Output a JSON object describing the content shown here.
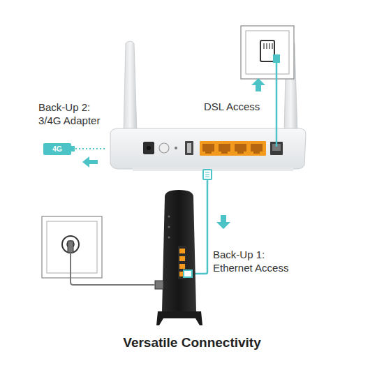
{
  "diagram": {
    "title": "Versatile Connectivity",
    "nodes": [
      {
        "text": [
          "4G"
        ]
      }
    ],
    "labels": [
      "DSL Access",
      "Back-Up 2: 3/4G Adapter",
      "Back-Up 1: Ethernet Access"
    ]
  }
}
